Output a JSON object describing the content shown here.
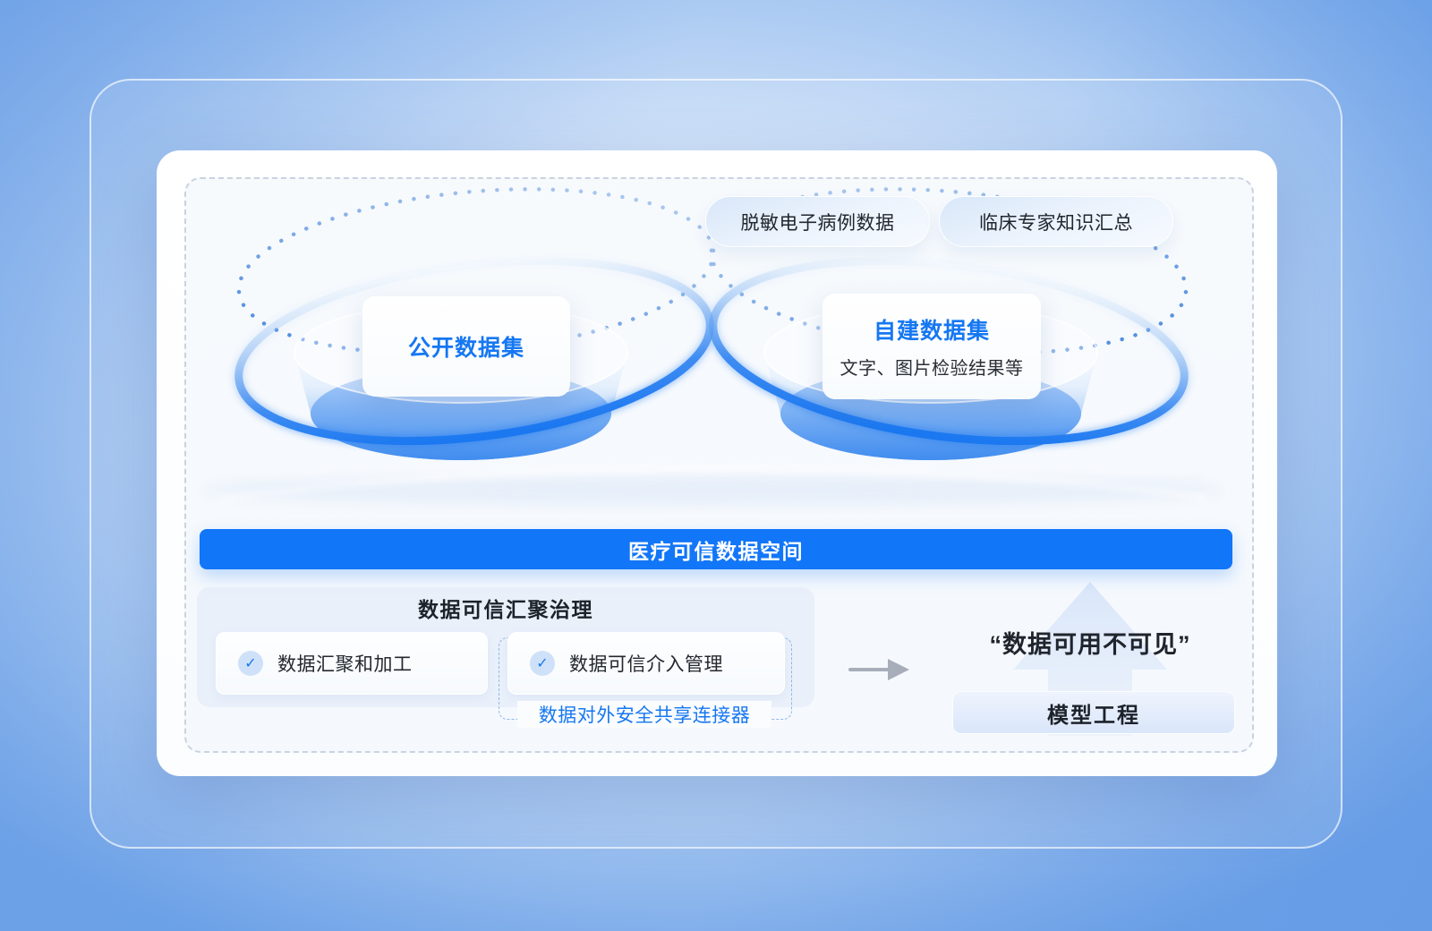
{
  "diagram": {
    "source_pills": [
      {
        "label": "脱敏电子病例数据"
      },
      {
        "label": "临床专家知识汇总"
      }
    ],
    "left_dataset": {
      "title": "公开数据集"
    },
    "right_dataset": {
      "title": "自建数据集",
      "subtitle": "文字、图片检验结果等"
    },
    "banner": {
      "label": "医疗可信数据空间"
    },
    "governance": {
      "title": "数据可信汇聚治理",
      "items": [
        {
          "check": "✓",
          "label": "数据汇聚和加工"
        },
        {
          "check": "✓",
          "label": "数据可信介入管理"
        }
      ],
      "connector_label": "数据对外安全共享连接器"
    },
    "output": {
      "quote": "“数据可用不可见”",
      "model_label": "模型工程"
    },
    "colors": {
      "accent_blue": "#1677f2",
      "banner_blue": "#1276f8",
      "ring_blue": "#1b78f0",
      "text_dark": "#20242c"
    }
  }
}
